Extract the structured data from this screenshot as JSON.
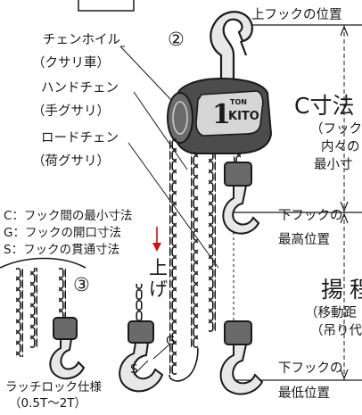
{
  "labels": {
    "top_hook_position": "上フックの位置",
    "circle_2": "②",
    "circle_3": "③",
    "hand_wheel": "チェンホイル",
    "hand_wheel_sub": "（クサリ車）",
    "hand_chain": "ハンドチェン",
    "hand_chain_sub": "（手グサリ）",
    "load_chain": "ロードチェン",
    "load_chain_sub": "（荷グサリ）",
    "legend_c": "C：フック間の最小寸法",
    "legend_g": "G：フックの開口寸法",
    "legend_s": "S：フックの貫通寸法",
    "raise": "上",
    "raise2": "げ",
    "g_mark": "G",
    "s_mark": "S",
    "c_dimension": "C寸法",
    "c_note_1": "（フック間",
    "c_note_2": "内々の",
    "c_note_3": "最小寸",
    "lower_hook_high_1": "下フックの",
    "lower_hook_high_2": "最高位置",
    "lift_1": "揚",
    "lift_2": "程",
    "lift_note_1": "（移動距",
    "lift_note_2": "（吊り代",
    "lower_hook_low_1": "下フックの",
    "lower_hook_low_2": "最低位置",
    "latch_lock_1": "ラッチロック仕様",
    "latch_lock_2": "（0.5T〜2T）",
    "badge_capacity": "1",
    "badge_unit": "TON",
    "badge_brand": "KITO"
  },
  "colors": {
    "line": "#1a1a1a",
    "arrow": "#d11111",
    "body": "#5a5a5a",
    "body_light": "#d8d8d8"
  }
}
